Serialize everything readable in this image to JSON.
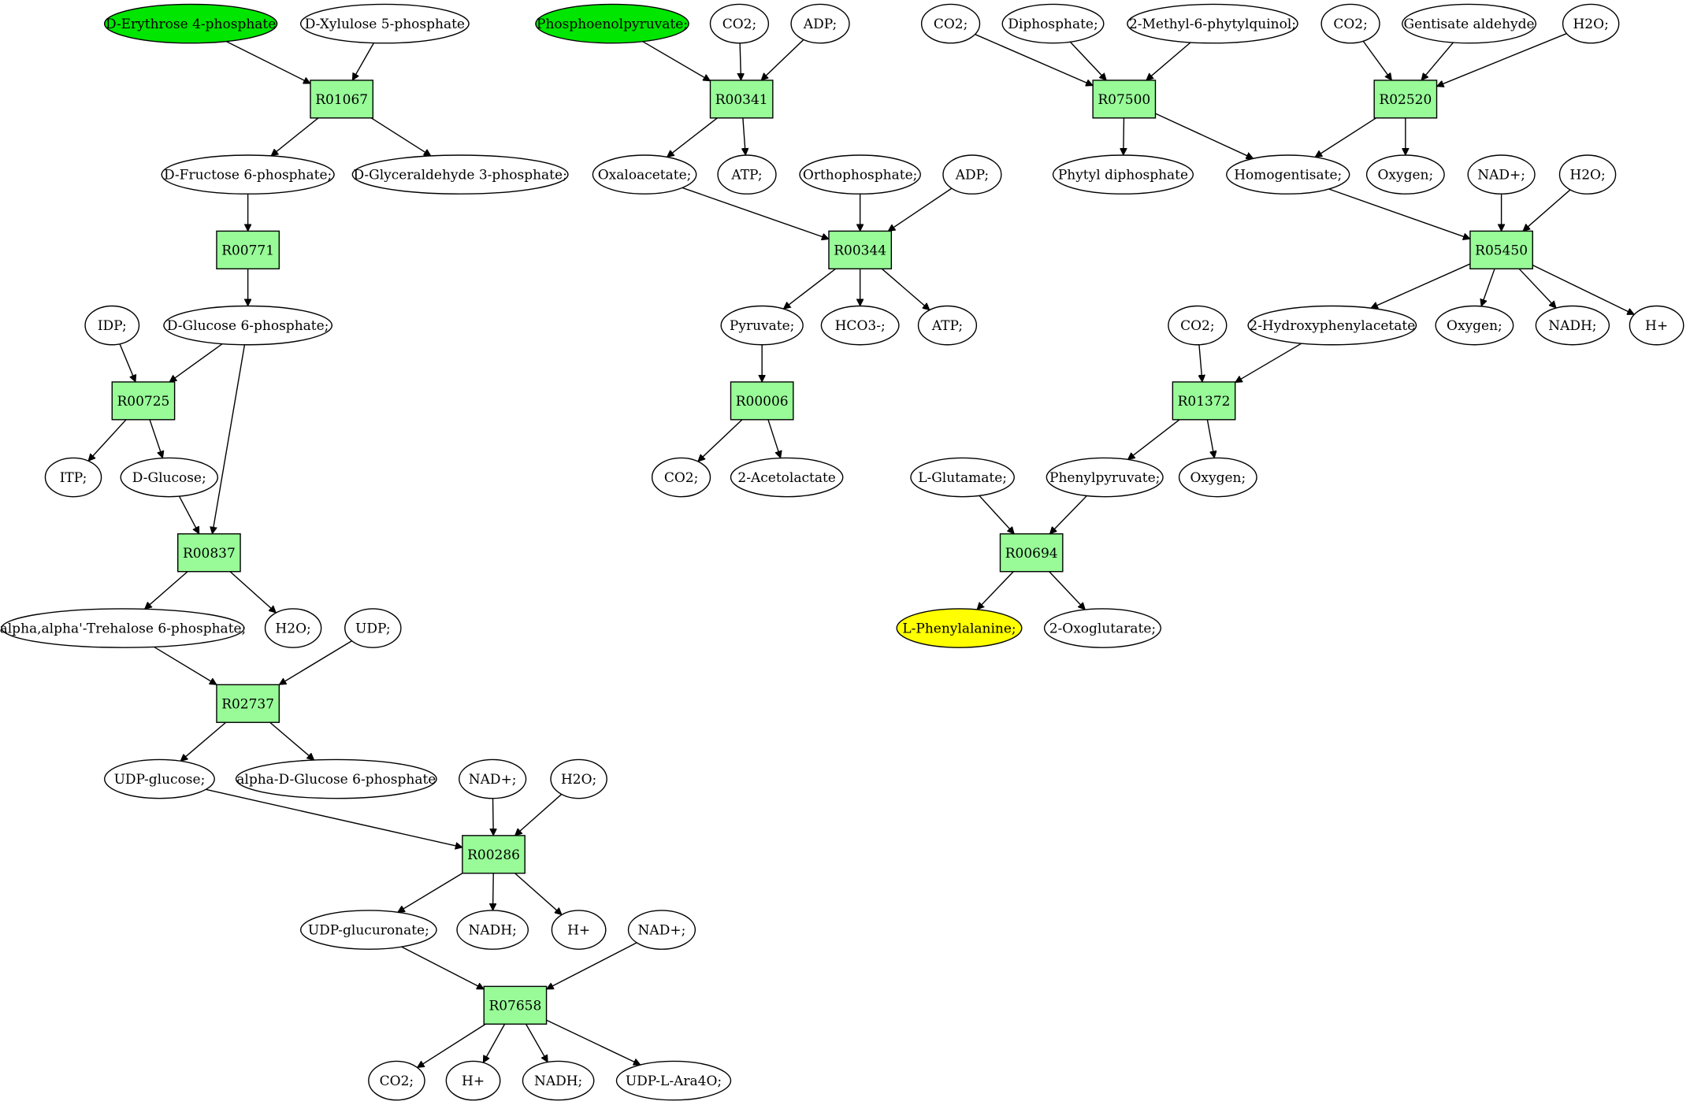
{
  "colors": {
    "metabolite": "#ffffff",
    "reaction": "#98fb98",
    "source": "#00e600",
    "target": "#ffff00"
  },
  "nodes": {
    "m_e4p": {
      "label": "D-Erythrose 4-phosphate",
      "kind": "source"
    },
    "m_x5p": {
      "label": "D-Xylulose 5-phosphate",
      "kind": "metabolite"
    },
    "r_R01067": {
      "label": "R01067",
      "kind": "reaction"
    },
    "m_f6p": {
      "label": "D-Fructose 6-phosphate;",
      "kind": "metabolite"
    },
    "m_g3p": {
      "label": "D-Glyceraldehyde 3-phosphate;",
      "kind": "metabolite"
    },
    "r_R00771": {
      "label": "R00771",
      "kind": "reaction"
    },
    "m_idp": {
      "label": "IDP;",
      "kind": "metabolite"
    },
    "m_g6p": {
      "label": "D-Glucose 6-phosphate;",
      "kind": "metabolite"
    },
    "r_R00725": {
      "label": "R00725",
      "kind": "reaction"
    },
    "m_itp": {
      "label": "ITP;",
      "kind": "metabolite"
    },
    "m_glc": {
      "label": "D-Glucose;",
      "kind": "metabolite"
    },
    "r_R00837": {
      "label": "R00837",
      "kind": "reaction"
    },
    "m_t6p": {
      "label": "alpha,alpha'-Trehalose 6-phosphate;",
      "kind": "metabolite"
    },
    "m_h2o_1": {
      "label": "H2O;",
      "kind": "metabolite"
    },
    "m_udp": {
      "label": "UDP;",
      "kind": "metabolite"
    },
    "r_R02737": {
      "label": "R02737",
      "kind": "reaction"
    },
    "m_udpglc": {
      "label": "UDP-glucose;",
      "kind": "metabolite"
    },
    "m_ag6p": {
      "label": "alpha-D-Glucose 6-phosphate",
      "kind": "metabolite"
    },
    "m_nad_1": {
      "label": "NAD+;",
      "kind": "metabolite"
    },
    "m_h2o_2": {
      "label": "H2O;",
      "kind": "metabolite"
    },
    "r_R00286": {
      "label": "R00286",
      "kind": "reaction"
    },
    "m_udpgca": {
      "label": "UDP-glucuronate;",
      "kind": "metabolite"
    },
    "m_nadh_1": {
      "label": "NADH;",
      "kind": "metabolite"
    },
    "m_h_1": {
      "label": "H+",
      "kind": "metabolite"
    },
    "m_nad_2": {
      "label": "NAD+;",
      "kind": "metabolite"
    },
    "r_R07658": {
      "label": "R07658",
      "kind": "reaction"
    },
    "m_co2_1": {
      "label": "CO2;",
      "kind": "metabolite"
    },
    "m_h_2": {
      "label": "H+",
      "kind": "metabolite"
    },
    "m_nadh_2": {
      "label": "NADH;",
      "kind": "metabolite"
    },
    "m_udpara": {
      "label": "UDP-L-Ara4O;",
      "kind": "metabolite"
    },
    "m_pep": {
      "label": "Phosphoenolpyruvate;",
      "kind": "source"
    },
    "m_co2_2": {
      "label": "CO2;",
      "kind": "metabolite"
    },
    "m_adp_1": {
      "label": "ADP;",
      "kind": "metabolite"
    },
    "r_R00341": {
      "label": "R00341",
      "kind": "reaction"
    },
    "m_oaa": {
      "label": "Oxaloacetate;",
      "kind": "metabolite"
    },
    "m_atp_1": {
      "label": "ATP;",
      "kind": "metabolite"
    },
    "m_pi": {
      "label": "Orthophosphate;",
      "kind": "metabolite"
    },
    "m_adp_2": {
      "label": "ADP;",
      "kind": "metabolite"
    },
    "r_R00344": {
      "label": "R00344",
      "kind": "reaction"
    },
    "m_pyr": {
      "label": "Pyruvate;",
      "kind": "metabolite"
    },
    "m_hco3": {
      "label": "HCO3-;",
      "kind": "metabolite"
    },
    "m_atp_2": {
      "label": "ATP;",
      "kind": "metabolite"
    },
    "r_R00006": {
      "label": "R00006",
      "kind": "reaction"
    },
    "m_co2_3": {
      "label": "CO2;",
      "kind": "metabolite"
    },
    "m_acl": {
      "label": "2-Acetolactate",
      "kind": "metabolite"
    },
    "m_co2_4": {
      "label": "CO2;",
      "kind": "metabolite"
    },
    "m_ppi": {
      "label": "Diphosphate;",
      "kind": "metabolite"
    },
    "m_mpq": {
      "label": "2-Methyl-6-phytylquinol;",
      "kind": "metabolite"
    },
    "r_R07500": {
      "label": "R07500",
      "kind": "reaction"
    },
    "m_phdp": {
      "label": "Phytyl diphosphate",
      "kind": "metabolite"
    },
    "m_hga": {
      "label": "Homogentisate;",
      "kind": "metabolite"
    },
    "m_co2_5": {
      "label": "CO2;",
      "kind": "metabolite"
    },
    "m_gald": {
      "label": "Gentisate aldehyde",
      "kind": "metabolite"
    },
    "m_h2o_3": {
      "label": "H2O;",
      "kind": "metabolite"
    },
    "r_R02520": {
      "label": "R02520",
      "kind": "reaction"
    },
    "m_o2_1": {
      "label": "Oxygen;",
      "kind": "metabolite"
    },
    "m_nad_3": {
      "label": "NAD+;",
      "kind": "metabolite"
    },
    "m_h2o_4": {
      "label": "H2O;",
      "kind": "metabolite"
    },
    "r_R05450": {
      "label": "R05450",
      "kind": "reaction"
    },
    "m_hpa": {
      "label": "2-Hydroxyphenylacetate",
      "kind": "metabolite"
    },
    "m_o2_2": {
      "label": "Oxygen;",
      "kind": "metabolite"
    },
    "m_nadh_3": {
      "label": "NADH;",
      "kind": "metabolite"
    },
    "m_h_3": {
      "label": "H+",
      "kind": "metabolite"
    },
    "m_co2_6": {
      "label": "CO2;",
      "kind": "metabolite"
    },
    "r_R01372": {
      "label": "R01372",
      "kind": "reaction"
    },
    "m_glu": {
      "label": "L-Glutamate;",
      "kind": "metabolite"
    },
    "m_ppyr": {
      "label": "Phenylpyruvate;",
      "kind": "metabolite"
    },
    "m_o2_3": {
      "label": "Oxygen;",
      "kind": "metabolite"
    },
    "r_R00694": {
      "label": "R00694",
      "kind": "reaction"
    },
    "m_phe": {
      "label": "L-Phenylalanine;",
      "kind": "target"
    },
    "m_akg": {
      "label": "2-Oxoglutarate;",
      "kind": "metabolite"
    }
  },
  "edges": [
    [
      "m_e4p",
      "r_R01067"
    ],
    [
      "m_x5p",
      "r_R01067"
    ],
    [
      "r_R01067",
      "m_f6p"
    ],
    [
      "r_R01067",
      "m_g3p"
    ],
    [
      "m_f6p",
      "r_R00771"
    ],
    [
      "r_R00771",
      "m_g6p"
    ],
    [
      "m_idp",
      "r_R00725"
    ],
    [
      "m_g6p",
      "r_R00725"
    ],
    [
      "r_R00725",
      "m_itp"
    ],
    [
      "r_R00725",
      "m_glc"
    ],
    [
      "m_glc",
      "r_R00837"
    ],
    [
      "m_g6p",
      "r_R00837"
    ],
    [
      "r_R00837",
      "m_t6p"
    ],
    [
      "r_R00837",
      "m_h2o_1"
    ],
    [
      "m_t6p",
      "r_R02737"
    ],
    [
      "m_udp",
      "r_R02737"
    ],
    [
      "r_R02737",
      "m_udpglc"
    ],
    [
      "r_R02737",
      "m_ag6p"
    ],
    [
      "m_udpglc",
      "r_R00286"
    ],
    [
      "m_nad_1",
      "r_R00286"
    ],
    [
      "m_h2o_2",
      "r_R00286"
    ],
    [
      "r_R00286",
      "m_udpgca"
    ],
    [
      "r_R00286",
      "m_nadh_1"
    ],
    [
      "r_R00286",
      "m_h_1"
    ],
    [
      "m_udpgca",
      "r_R07658"
    ],
    [
      "m_nad_2",
      "r_R07658"
    ],
    [
      "r_R07658",
      "m_co2_1"
    ],
    [
      "r_R07658",
      "m_h_2"
    ],
    [
      "r_R07658",
      "m_nadh_2"
    ],
    [
      "r_R07658",
      "m_udpara"
    ],
    [
      "m_pep",
      "r_R00341"
    ],
    [
      "m_co2_2",
      "r_R00341"
    ],
    [
      "m_adp_1",
      "r_R00341"
    ],
    [
      "r_R00341",
      "m_oaa"
    ],
    [
      "r_R00341",
      "m_atp_1"
    ],
    [
      "m_oaa",
      "r_R00344"
    ],
    [
      "m_pi",
      "r_R00344"
    ],
    [
      "m_adp_2",
      "r_R00344"
    ],
    [
      "r_R00344",
      "m_pyr"
    ],
    [
      "r_R00344",
      "m_hco3"
    ],
    [
      "r_R00344",
      "m_atp_2"
    ],
    [
      "m_pyr",
      "r_R00006"
    ],
    [
      "r_R00006",
      "m_co2_3"
    ],
    [
      "r_R00006",
      "m_acl"
    ],
    [
      "m_co2_4",
      "r_R07500"
    ],
    [
      "m_ppi",
      "r_R07500"
    ],
    [
      "m_mpq",
      "r_R07500"
    ],
    [
      "r_R07500",
      "m_phdp"
    ],
    [
      "r_R07500",
      "m_hga"
    ],
    [
      "m_co2_5",
      "r_R02520"
    ],
    [
      "m_gald",
      "r_R02520"
    ],
    [
      "m_h2o_3",
      "r_R02520"
    ],
    [
      "r_R02520",
      "m_hga"
    ],
    [
      "r_R02520",
      "m_o2_1"
    ],
    [
      "m_hga",
      "r_R05450"
    ],
    [
      "m_nad_3",
      "r_R05450"
    ],
    [
      "m_h2o_4",
      "r_R05450"
    ],
    [
      "r_R05450",
      "m_hpa"
    ],
    [
      "r_R05450",
      "m_o2_2"
    ],
    [
      "r_R05450",
      "m_nadh_3"
    ],
    [
      "r_R05450",
      "m_h_3"
    ],
    [
      "m_co2_6",
      "r_R01372"
    ],
    [
      "m_hpa",
      "r_R01372"
    ],
    [
      "r_R01372",
      "m_ppyr"
    ],
    [
      "r_R01372",
      "m_o2_3"
    ],
    [
      "m_glu",
      "r_R00694"
    ],
    [
      "m_ppyr",
      "r_R00694"
    ],
    [
      "r_R00694",
      "m_phe"
    ],
    [
      "r_R00694",
      "m_akg"
    ]
  ]
}
